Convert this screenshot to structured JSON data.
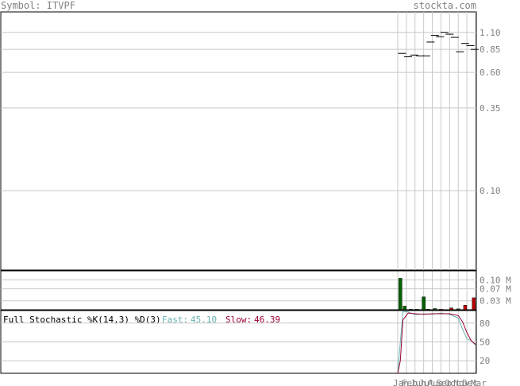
{
  "header": {
    "symbol_label": "Symbol: ITVPF",
    "site": "stockta.com"
  },
  "colors": {
    "grid": "#c8c8c8",
    "frame": "#000000",
    "up_volume": "#006400",
    "down_volume": "#c00000",
    "fast_line": "#66b2b2",
    "slow_line": "#990033",
    "axis_text": "#808080"
  },
  "chart_data": [
    {
      "type": "ohlc",
      "name": "price",
      "y_scale": "log",
      "ylim": [
        0.03,
        1.5
      ],
      "y_ticks": [
        {
          "value": 1.1,
          "label": "1.10"
        },
        {
          "value": 0.85,
          "label": "0.85"
        },
        {
          "value": 0.6,
          "label": "0.60"
        },
        {
          "value": 0.35,
          "label": "0.35"
        },
        {
          "value": 0.1,
          "label": "0.10"
        }
      ],
      "bars": [
        {
          "x": 0.5,
          "value": 0.8
        },
        {
          "x": 1.2,
          "value": 0.76
        },
        {
          "x": 1.9,
          "value": 0.78
        },
        {
          "x": 2.6,
          "value": 0.77
        },
        {
          "x": 3.3,
          "value": 0.77
        },
        {
          "x": 3.8,
          "value": 0.95
        },
        {
          "x": 4.3,
          "value": 1.05
        },
        {
          "x": 4.9,
          "value": 1.03
        },
        {
          "x": 5.4,
          "value": 1.1
        },
        {
          "x": 6.0,
          "value": 1.07
        },
        {
          "x": 6.6,
          "value": 1.02
        },
        {
          "x": 7.2,
          "value": 0.82
        },
        {
          "x": 7.8,
          "value": 0.93
        },
        {
          "x": 8.4,
          "value": 0.9
        },
        {
          "x": 8.9,
          "value": 0.85
        }
      ]
    },
    {
      "type": "bar",
      "name": "volume",
      "ylim": [
        0,
        0.13
      ],
      "y_ticks": [
        {
          "value": 0.1,
          "label": "0.10 M"
        },
        {
          "value": 0.07,
          "label": "0.07 M"
        },
        {
          "value": 0.03,
          "label": "0.03 M"
        }
      ],
      "bars": [
        {
          "x": 0.3,
          "value": 0.105,
          "color": "up"
        },
        {
          "x": 0.8,
          "value": 0.012,
          "color": "up"
        },
        {
          "x": 1.5,
          "value": 0.002,
          "color": "up"
        },
        {
          "x": 2.2,
          "value": 0.002,
          "color": "up"
        },
        {
          "x": 3.0,
          "value": 0.043,
          "color": "up"
        },
        {
          "x": 3.5,
          "value": 0.002,
          "color": "up"
        },
        {
          "x": 4.3,
          "value": 0.004,
          "color": "up"
        },
        {
          "x": 5.0,
          "value": 0.002,
          "color": "down"
        },
        {
          "x": 6.2,
          "value": 0.006,
          "color": "down"
        },
        {
          "x": 7.0,
          "value": 0.003,
          "color": "up"
        },
        {
          "x": 7.8,
          "value": 0.015,
          "color": "down"
        },
        {
          "x": 8.8,
          "value": 0.04,
          "color": "down"
        }
      ]
    },
    {
      "type": "line",
      "name": "stochastic",
      "title": "Full Stochastic %K(14,3) %D(3)",
      "fast_label": "Fast:",
      "fast_value": "45.10",
      "slow_label": "Slow:",
      "slow_value": "46.39",
      "ylim": [
        0,
        100
      ],
      "y_ticks": [
        {
          "value": 80,
          "label": "80"
        },
        {
          "value": 50,
          "label": "50"
        },
        {
          "value": 20,
          "label": "20"
        }
      ],
      "x_tick_labels": [
        "Jan",
        "Feb",
        "Jun",
        "Jul",
        "Aug",
        "Sep",
        "Oct",
        "Nov",
        "Dec",
        "Mar"
      ],
      "series": [
        {
          "role": "fast",
          "x": [
            0,
            0.3,
            0.6,
            1.2,
            2.0,
            3.0,
            4.0,
            5.0,
            6.0,
            7.0,
            7.5,
            8.0,
            8.5,
            9.0
          ],
          "values": [
            0,
            50,
            98,
            98,
            93,
            95,
            94,
            96,
            94,
            88,
            70,
            55,
            52,
            45
          ]
        },
        {
          "role": "slow",
          "x": [
            0,
            0.3,
            0.6,
            1.2,
            2.0,
            3.0,
            4.0,
            5.0,
            6.0,
            7.0,
            7.5,
            8.0,
            8.5,
            9.0
          ],
          "values": [
            0,
            20,
            85,
            96,
            95,
            94,
            95,
            95,
            95,
            92,
            82,
            65,
            52,
            46
          ]
        }
      ]
    }
  ]
}
